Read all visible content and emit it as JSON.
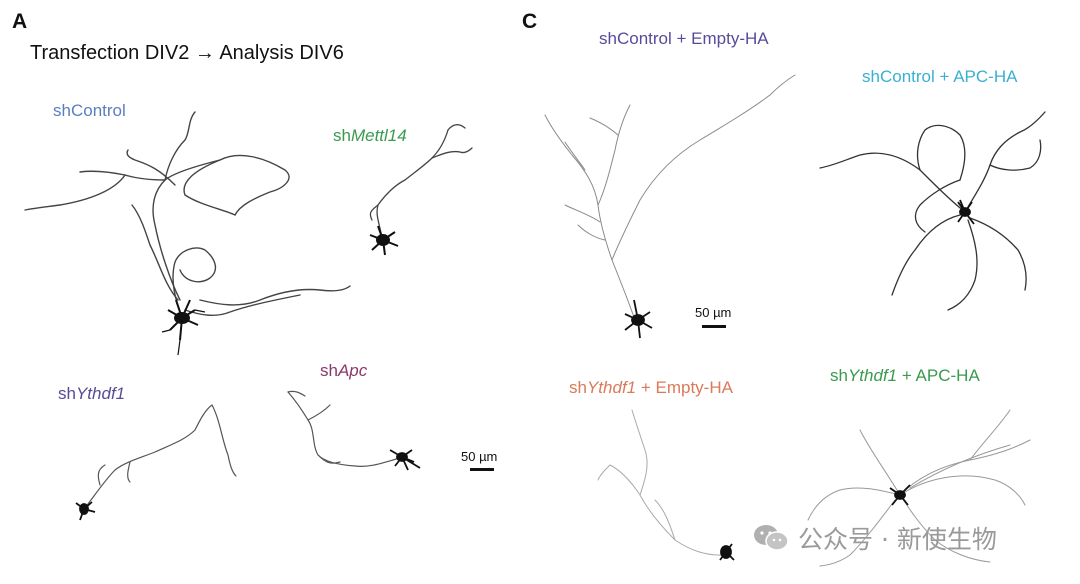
{
  "panel_a": {
    "letter": "A",
    "subtitle": "Transfection DIV2 → Analysis DIV6",
    "labels": {
      "shcontrol": {
        "prefix": "sh",
        "gene": "Control",
        "color": "#5a7fc0"
      },
      "shmettl14": {
        "prefix": "sh",
        "gene": "Mettl14",
        "color": "#3a9a4e"
      },
      "shythdf1": {
        "prefix": "sh",
        "gene": "Ythdf1",
        "color": "#5a4a9a"
      },
      "shapc": {
        "prefix": "sh",
        "gene": "Apc",
        "color": "#8a3a6a"
      }
    },
    "scale_bar": "50 µm"
  },
  "panel_c": {
    "letter": "C",
    "labels": {
      "shcontrol_empty": {
        "prefix": "sh",
        "gene": "Control",
        "suffix": " + Empty-HA",
        "color": "#5a4a9a"
      },
      "shcontrol_apc": {
        "prefix": "sh",
        "gene": "Control",
        "suffix": " + APC-HA",
        "color": "#3ab0d0"
      },
      "shythdf1_empty": {
        "prefix": "sh",
        "gene": "Ythdf1",
        "suffix": " + Empty-HA",
        "color": "#d97a5a"
      },
      "shythdf1_apc": {
        "prefix": "sh",
        "gene": "Ythdf1",
        "suffix": " + APC-HA",
        "color": "#3a9a4e"
      }
    },
    "scale_bar": "50 µm"
  },
  "watermark": {
    "text": "公众号 · 新使生物",
    "icon": "wechat-icon"
  }
}
